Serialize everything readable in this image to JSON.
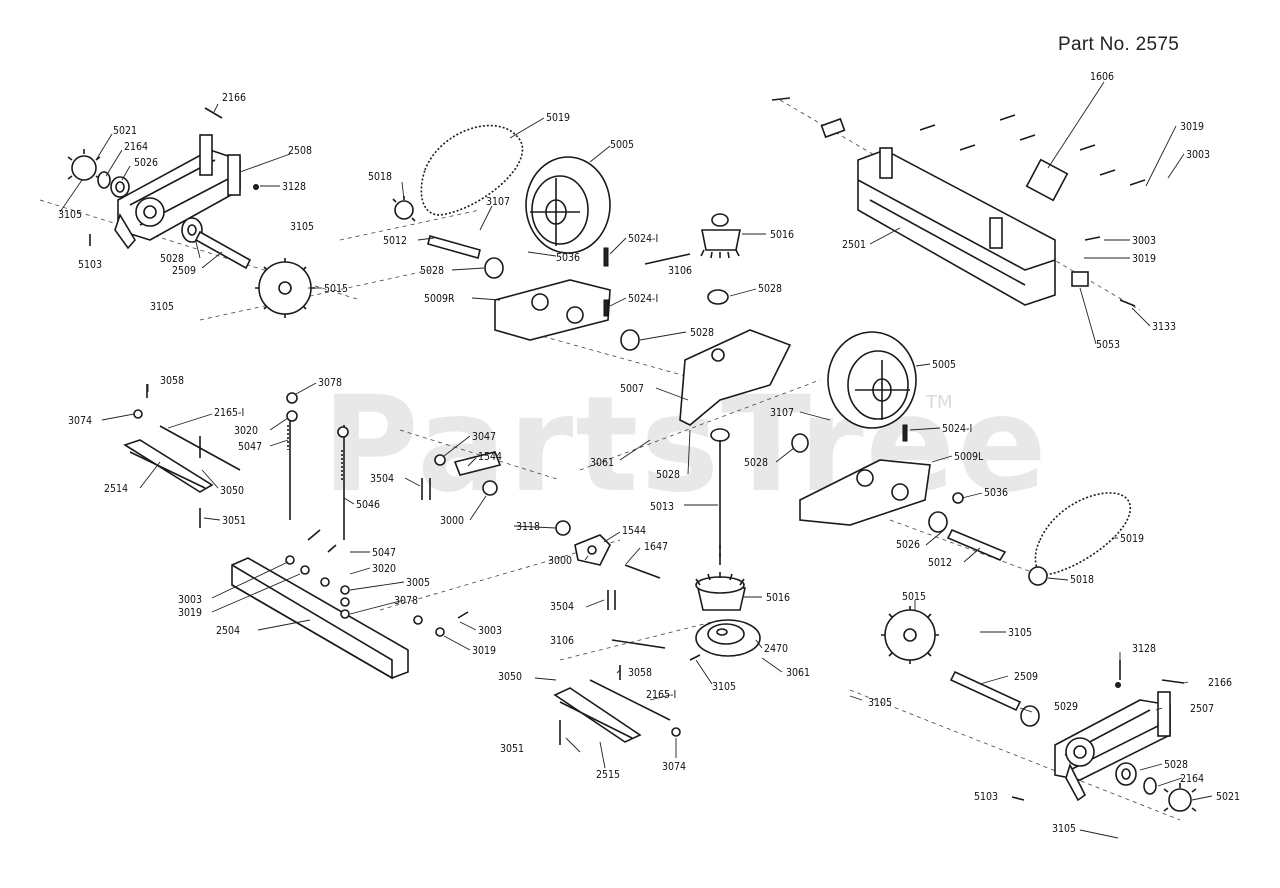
{
  "title": "Part No. 2575",
  "watermark": "PartsTree",
  "watermark_tm": "TM",
  "labels": {
    "l2166a": "2166",
    "l5021a": "5021",
    "l2164a": "2164",
    "l5026a": "5026",
    "l2508": "2508",
    "l3128a": "3128",
    "l3105a": "3105",
    "l5103a": "5103",
    "l5028a": "5028",
    "l2509a": "2509",
    "l5015a": "5015",
    "l3105b": "3105",
    "l5019a": "5019",
    "l5005a": "5005",
    "l5018a": "5018",
    "l3107a": "3107",
    "l3105c": "3105",
    "l5012a": "5012",
    "l5028b": "5028",
    "l5036a": "5036",
    "l5024a": "5024-I",
    "l3106a": "3106",
    "l5016a": "5016",
    "l5009R": "5009R",
    "l5024b": "5024-I",
    "l5028c": "5028",
    "l5028d": "5028",
    "l1606": "1606",
    "l3019a": "3019",
    "l3003a": "3003",
    "l2501": "2501",
    "l3003b": "3003",
    "l3019b": "3019",
    "l3133": "3133",
    "l5053": "5053",
    "l3058a": "3058",
    "l3078a": "3078",
    "l3074a": "3074",
    "l2165a": "2165-I",
    "l3020a": "3020",
    "l5047a": "5047",
    "l2514": "2514",
    "l3050a": "3050",
    "l3051a": "3051",
    "l3047": "3047",
    "l1544a": "1544",
    "l3504a": "3504",
    "l5046": "5046",
    "l3000a": "3000",
    "l3118": "3118",
    "l5007": "5007",
    "l3061a": "3061",
    "l5028e": "5028",
    "l5005b": "5005",
    "l3107b": "3107",
    "l5024c": "5024-I",
    "l5028f": "5028",
    "l5009L": "5009L",
    "l5013": "5013",
    "l5036b": "5036",
    "l1544b": "1544",
    "l1647": "1647",
    "l3000b": "3000",
    "l5047b": "5047",
    "l3020b": "3020",
    "l3003c": "3003",
    "l3005": "3005",
    "l3019c": "3019",
    "l3078b": "3078",
    "l2504": "2504",
    "l3003d": "3003",
    "l3019d": "3019",
    "l3504b": "3504",
    "l5016b": "5016",
    "l5026b": "5026",
    "l5012b": "5012",
    "l5019b": "5019",
    "l5018b": "5018",
    "l5015b": "5015",
    "l3105d": "3105",
    "l3106b": "3106",
    "l2470": "2470",
    "l3061b": "3061",
    "l3105e": "3105",
    "l3050b": "3050",
    "l3058b": "3058",
    "l2165b": "2165-I",
    "l3051b": "3051",
    "l2515": "2515",
    "l3074b": "3074",
    "l3128b": "3128",
    "l2166b": "2166",
    "l2509b": "2509",
    "l5029": "5029",
    "l2507": "2507",
    "l3105f": "3105",
    "l5028g": "5028",
    "l2164b": "2164",
    "l5103b": "5103",
    "l5021b": "5021",
    "l3105g": "3105"
  }
}
